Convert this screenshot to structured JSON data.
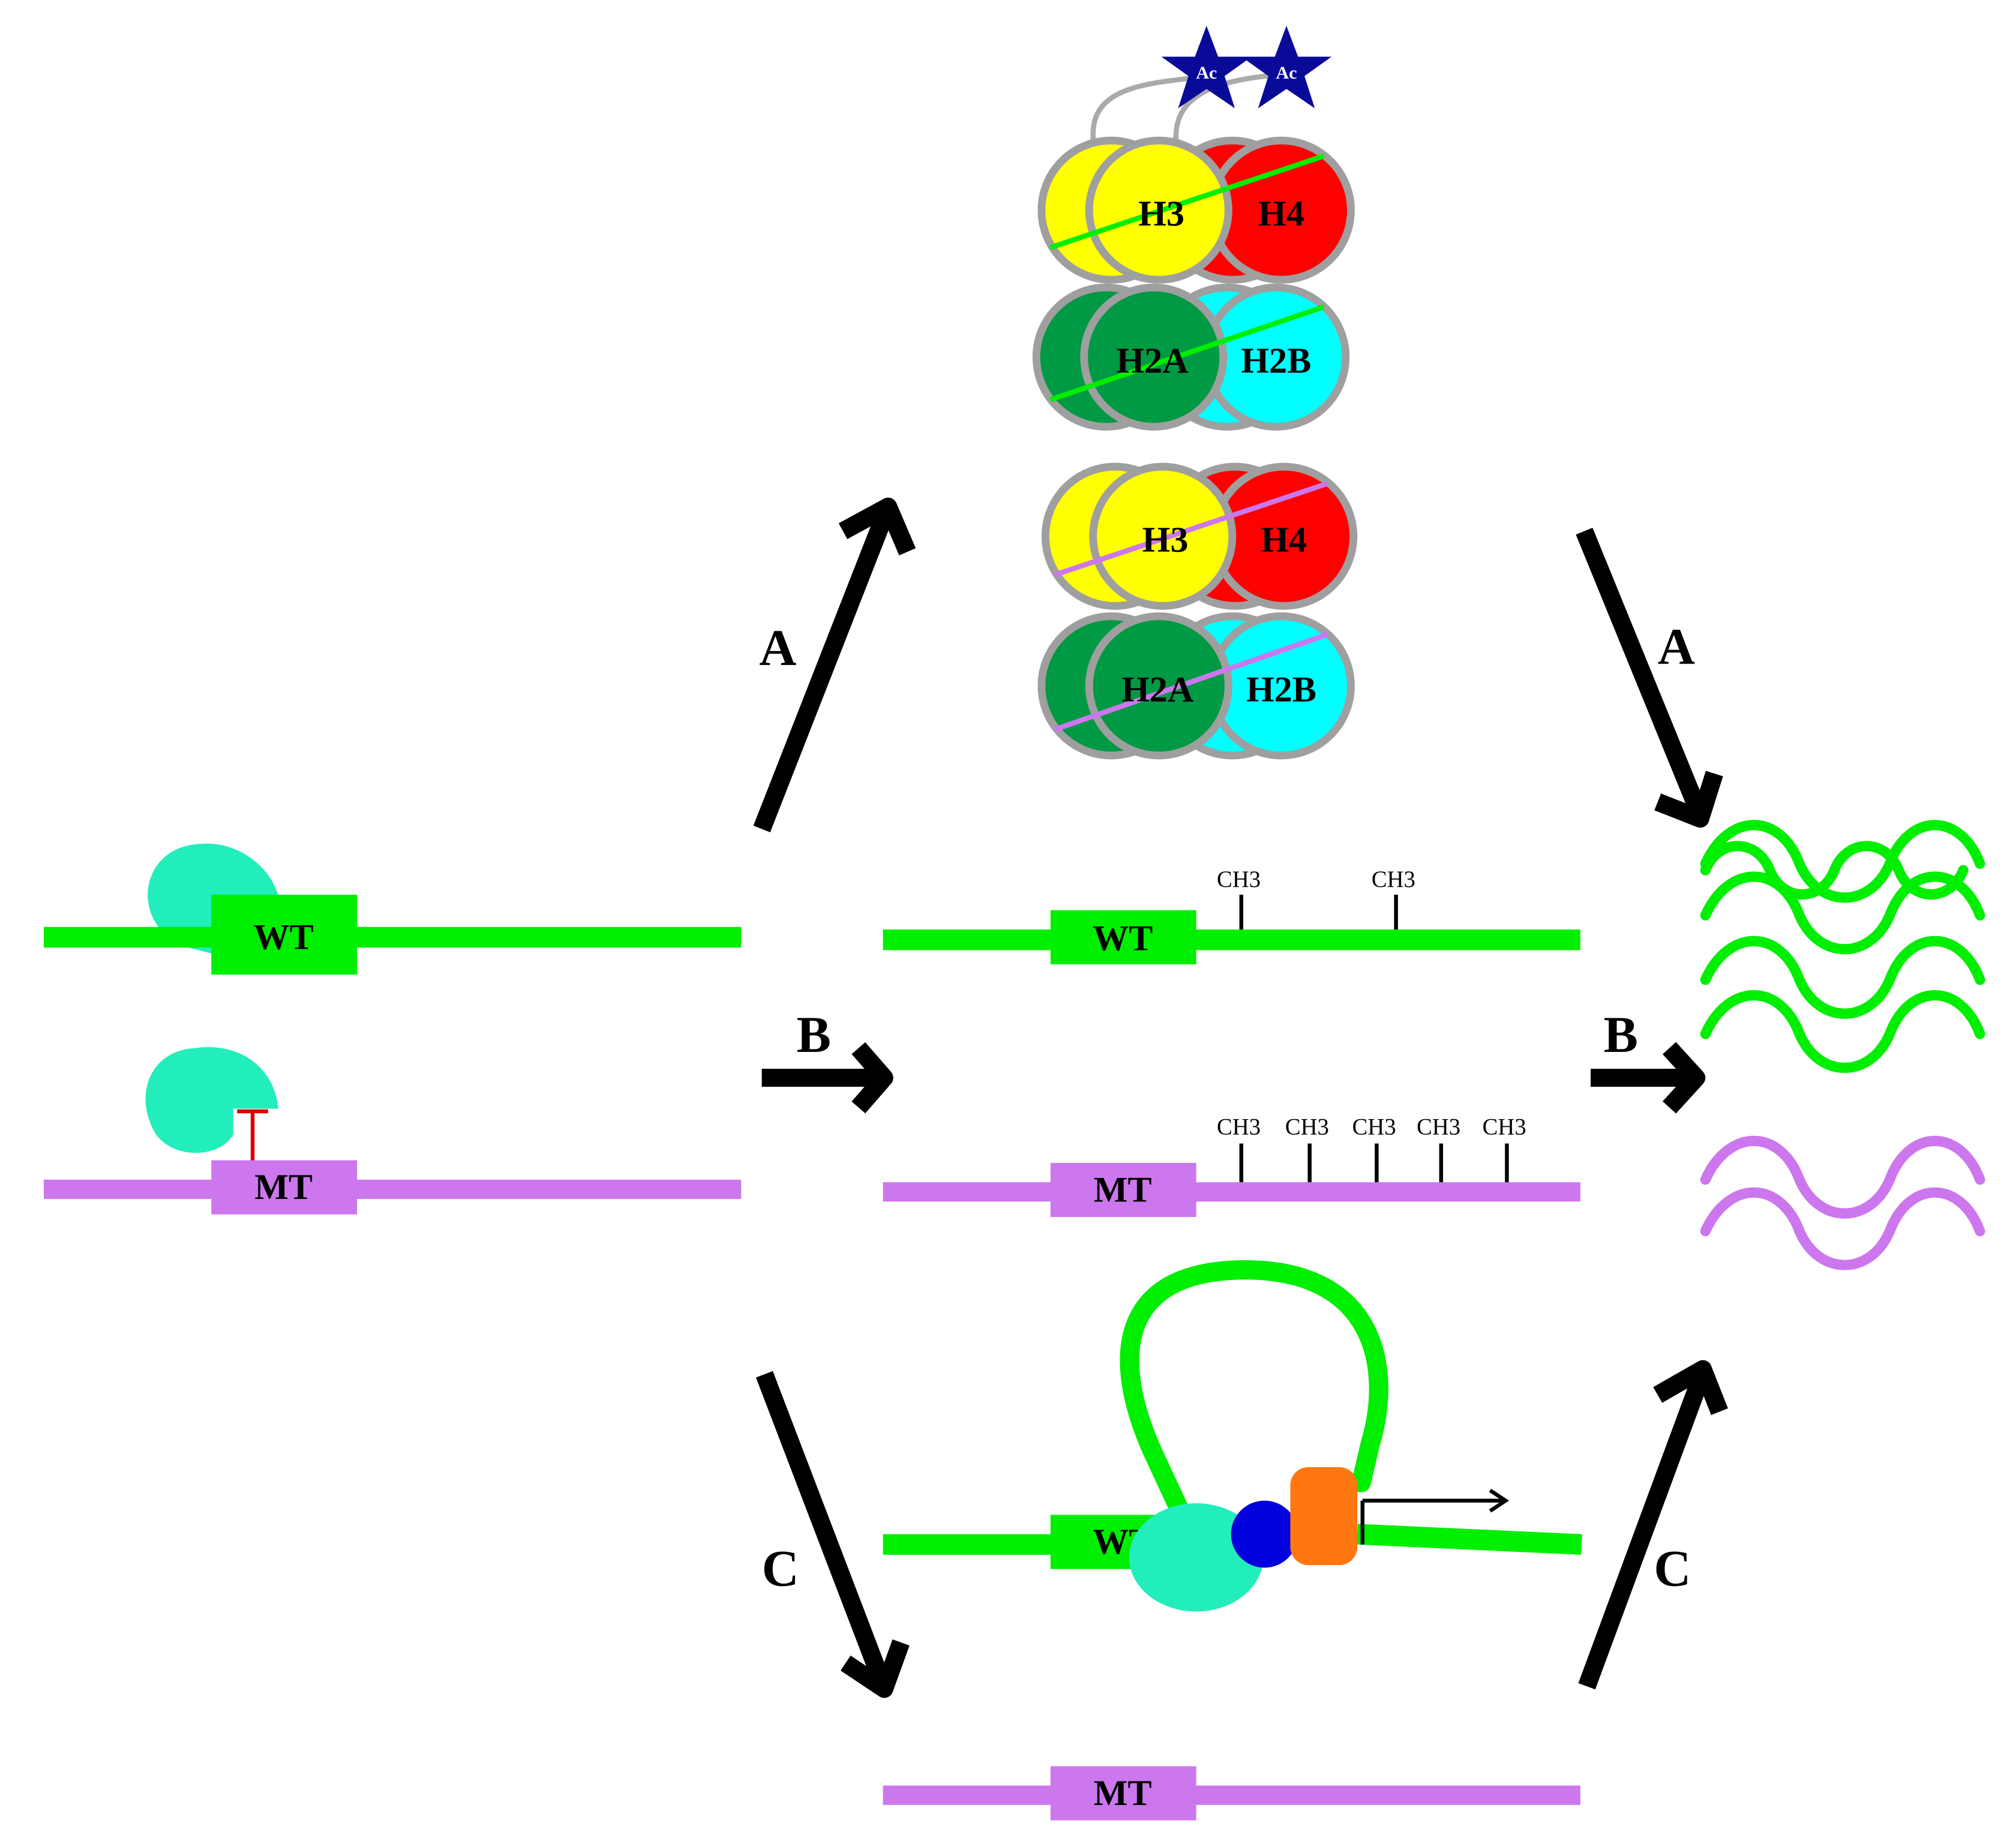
{
  "colors": {
    "wt": "#00ee00",
    "mt": "#cc77ee",
    "factor": "#22eebb",
    "h3": "#ffff00",
    "h4": "#ff0000",
    "h2a": "#009944",
    "h2b": "#00ffff",
    "ring": "#9f9f9f",
    "ac_star": "#0a0a99",
    "inhibit": "#dd0000",
    "blue_protein": "#0000dd",
    "orange_protein": "#ff7711",
    "arrow": "#000000"
  },
  "genes": {
    "wt_label": "WT",
    "mt_label": "MT"
  },
  "histones": {
    "h3": "H3",
    "h4": "H4",
    "h2a": "H2A",
    "h2b": "H2B",
    "acetyl": "Ac"
  },
  "methyl": {
    "label": "CH3"
  },
  "pathways": {
    "a": "A",
    "b": "B",
    "c": "C"
  },
  "icons": {
    "acetyl_mark": "star-icon",
    "arrow": "arrow-icon",
    "transcript": "wave-icon"
  }
}
